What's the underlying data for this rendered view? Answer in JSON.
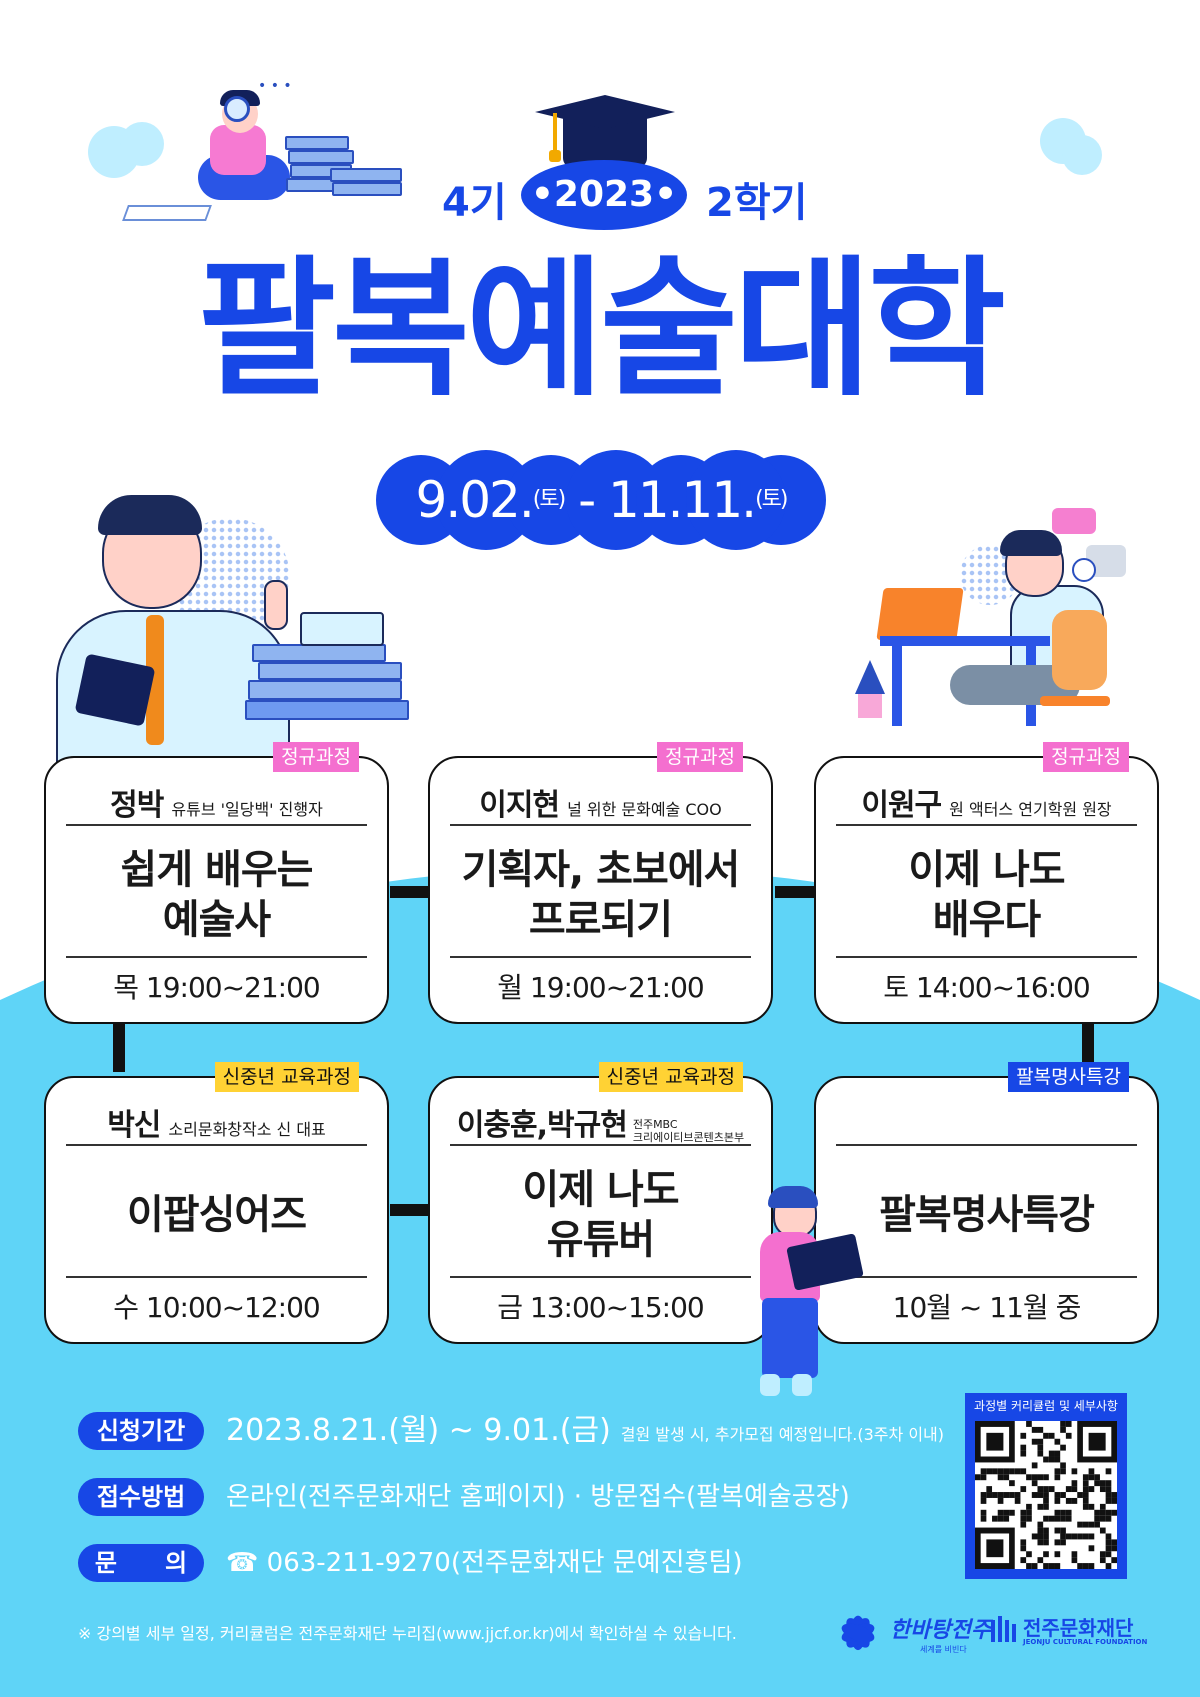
{
  "colors": {
    "primary": "#1747e6",
    "sky": "#5fd4f7",
    "tag_pink": "#f46fcf",
    "tag_yellow": "#ffd234"
  },
  "header": {
    "term": "4기",
    "year": "•2023•",
    "semester": "2학기",
    "title": "팔복예술대학",
    "period_start": "9.02.",
    "period_start_day": "(토)",
    "period_sep": " - ",
    "period_end": "11.11.",
    "period_end_day": "(토)"
  },
  "courses": [
    {
      "tag": "정규과정",
      "instructor": "정박",
      "role": "유튜브 '일당백' 진행자",
      "title": "쉽게 배우는\n예술사",
      "schedule": "목 19:00~21:00"
    },
    {
      "tag": "정규과정",
      "instructor": "이지현",
      "role": "널 위한 문화예술 COO",
      "title": "기획자, 초보에서\n프로되기",
      "schedule": "월 19:00~21:00"
    },
    {
      "tag": "정규과정",
      "instructor": "이원구",
      "role": "원 액터스 연기학원 원장",
      "title": "이제 나도\n배우다",
      "schedule": "토 14:00~16:00"
    },
    {
      "tag": "신중년 교육과정",
      "instructor": "박신",
      "role": "소리문화창작소 신 대표",
      "title": "이팝싱어즈",
      "schedule": "수 10:00~12:00"
    },
    {
      "tag": "신중년 교육과정",
      "instructor": "이충훈,박규현",
      "role_line1": "전주MBC",
      "role_line2": "크리에이티브콘텐츠본부",
      "title": "이제 나도\n유튜버",
      "schedule": "금 13:00~15:00"
    },
    {
      "tag": "팔복명사특강",
      "instructor": "",
      "role": "",
      "title": "팔복명사특강",
      "schedule": "10월 ~ 11월 중"
    }
  ],
  "info": {
    "apply_label": "신청기간",
    "apply_period": "2023.8.21.(월) ~ 9.01.(금)",
    "apply_note": "결원 발생 시, 추가모집 예정입니다.(3주차 이내)",
    "method_label": "접수방법",
    "method_value": "온라인(전주문화재단 홈페이지) · 방문접수(팔복예술공장)",
    "contact_label": "문　　의",
    "contact_value": "☎ 063-211-9270(전주문화재단 문예진흥팀)"
  },
  "qr": {
    "title": "과정별 커리큘럼 및 세부사항"
  },
  "footer": {
    "note": "※ 강의별 세부 일정, 커리큘럼은 전주문화재단 누리집(www.jjcf.or.kr)에서 확인하실 수 있습니다.",
    "logo1_text": "한바탕전주",
    "logo1_sub": "세계를 비빈다",
    "logo2_text": "전주문화재단",
    "logo2_sub": "JEONJU CULTURAL FOUNDATION"
  }
}
